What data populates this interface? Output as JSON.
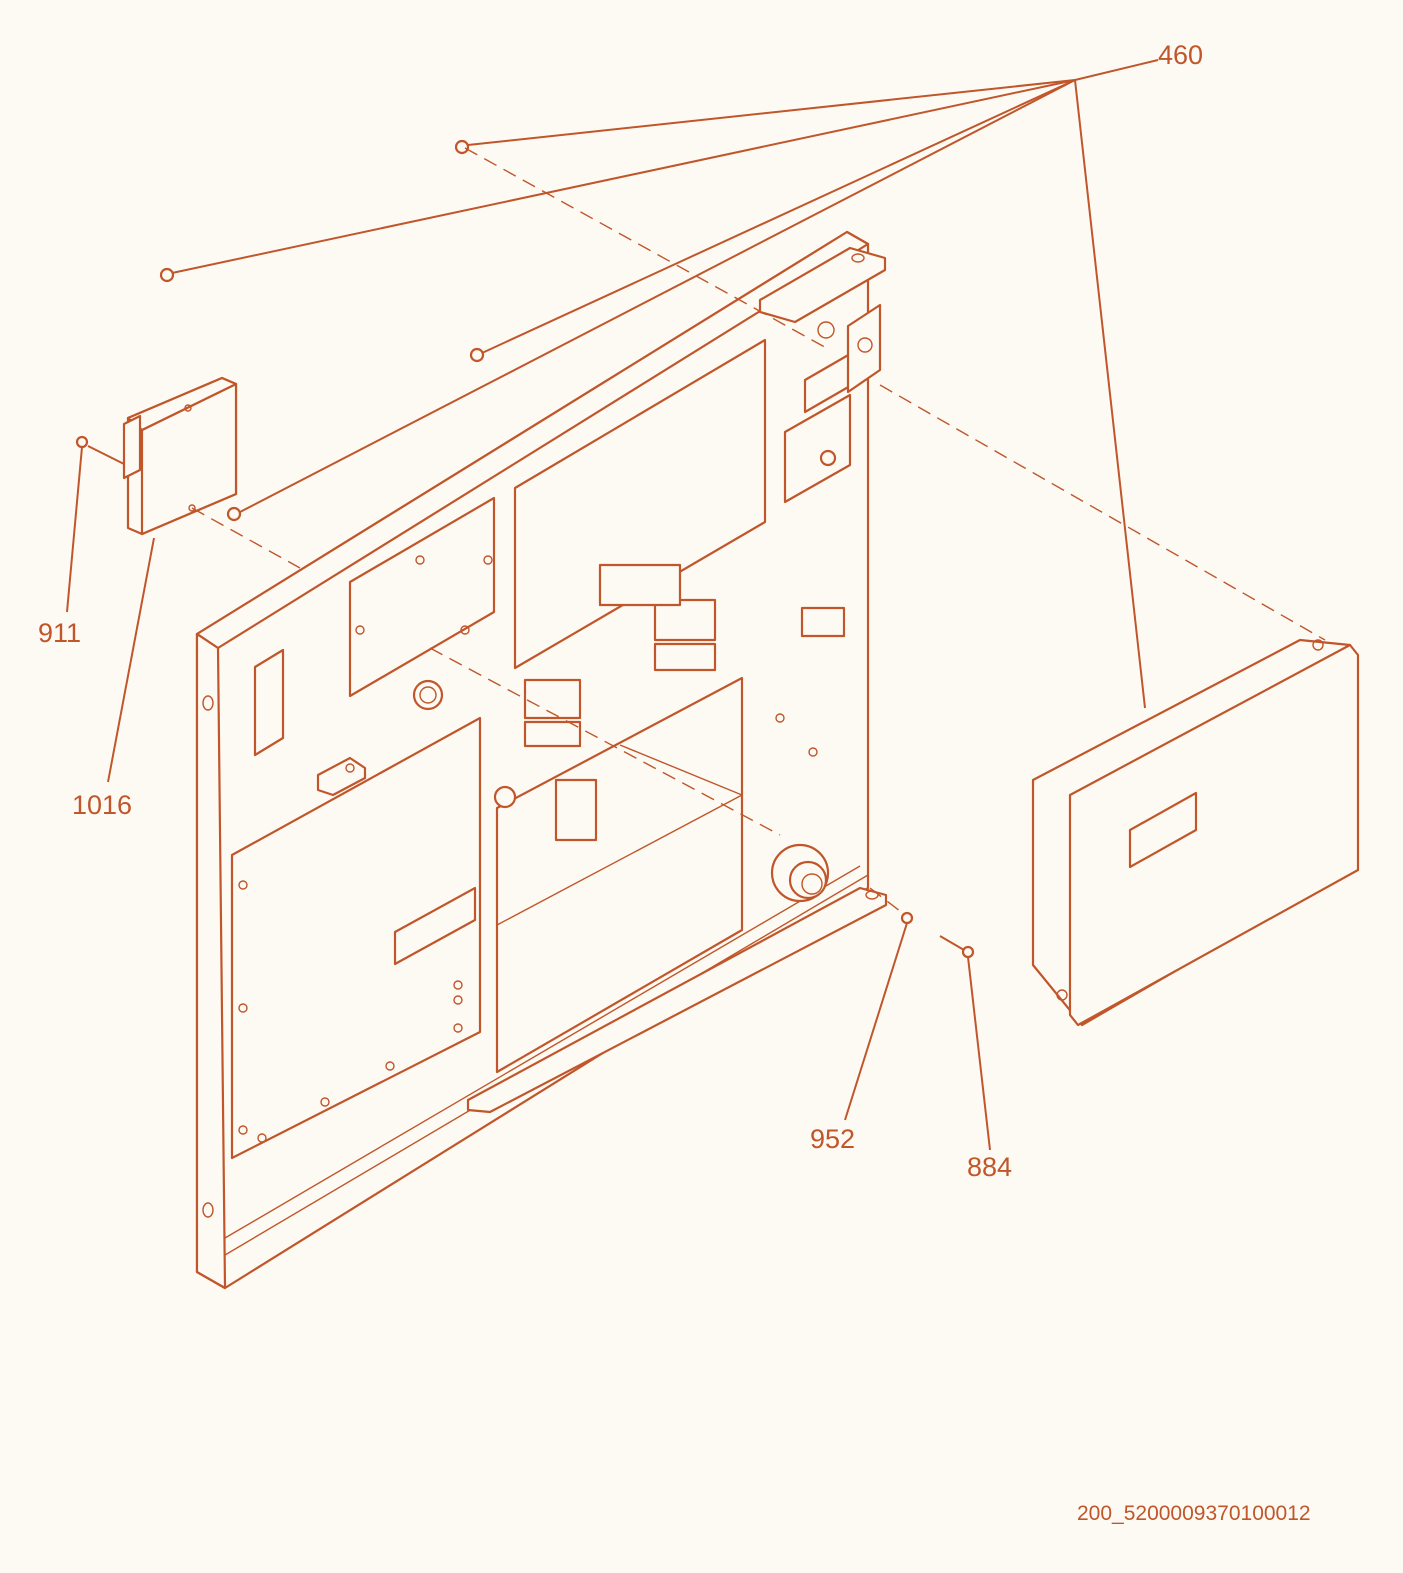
{
  "callouts": {
    "c460": "460",
    "c911": "911",
    "c1016": "1016",
    "c952": "952",
    "c884": "884"
  },
  "document_id": "200_5200009370100012",
  "colors": {
    "line": "#c0562a",
    "background": "#fdfaf4"
  }
}
